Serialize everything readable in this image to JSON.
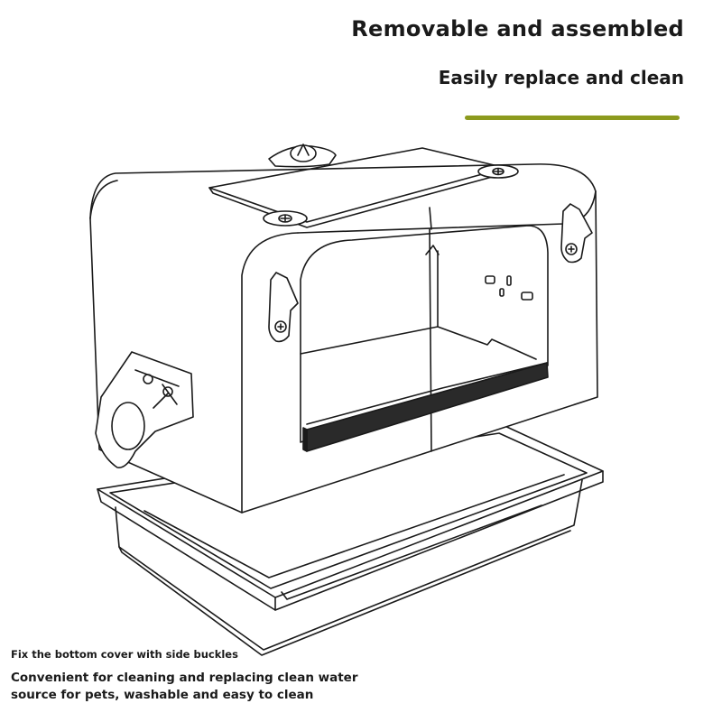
{
  "header": {
    "title": "Removable and assembled",
    "subtitle": "Easily replace and clean"
  },
  "captions": {
    "buckle_note": "Fix the bottom cover with side buckles",
    "description_line1": "Convenient for cleaning and replacing clean water",
    "description_line2": "source for pets, washable and easy to clean"
  },
  "colors": {
    "accent_bar": "#8c9a1e",
    "line_art": "#1a1a1a",
    "background": "#ffffff"
  },
  "icons": [
    "screw-icon",
    "side-buckle-icon",
    "handle-knob-icon",
    "wall-hook-icon"
  ]
}
